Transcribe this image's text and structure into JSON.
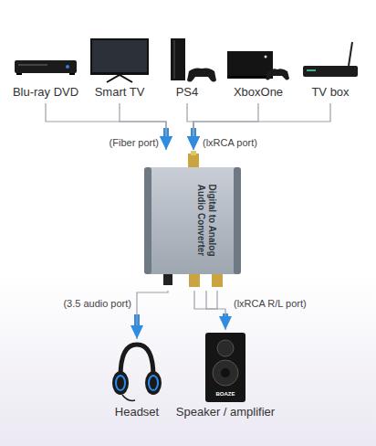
{
  "diagram": {
    "nodes": [
      {
        "text": [
          "Blu-ray DVD"
        ]
      },
      {
        "text": [
          "Smart TV"
        ]
      },
      {
        "text": [
          "PS4"
        ]
      },
      {
        "text": [
          "XboxOne"
        ]
      },
      {
        "text": [
          "TV box"
        ]
      },
      {
        "text": [
          "Digital to Analog Audio Converter"
        ]
      },
      {
        "text": [
          "Headset"
        ]
      },
      {
        "text": [
          "Speaker / amplifier"
        ]
      }
    ],
    "edges": [
      {
        "from": 0,
        "to": 5,
        "arrow": "to"
      },
      {
        "from": 1,
        "to": 5,
        "arrow": "to"
      },
      {
        "from": 2,
        "to": 5,
        "arrow": "to"
      },
      {
        "from": 3,
        "to": 5,
        "arrow": "to"
      },
      {
        "from": 4,
        "to": 5,
        "arrow": "to"
      },
      {
        "from": 5,
        "to": 6,
        "arrow": "to"
      },
      {
        "from": 5,
        "to": 7,
        "arrow": "to"
      }
    ],
    "labels": [
      "(Fiber port)",
      "(lxRCA port)",
      "(3.5 audio port)",
      "(lxRCA R/L port)",
      "BOAZE"
    ]
  }
}
